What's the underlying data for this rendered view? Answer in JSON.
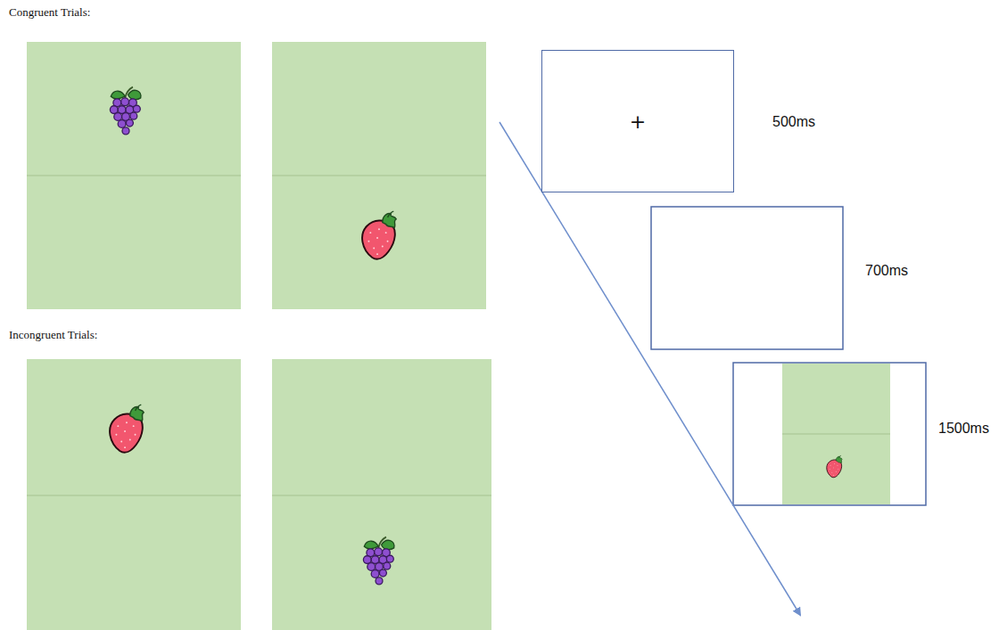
{
  "diagram": {
    "nodes": [
      {
        "text": [
          "+"
        ]
      }
    ],
    "labels": [
      "Congruent Trials:",
      "Incongruent Trials:",
      "500ms",
      "700ms",
      "1500ms"
    ]
  }
}
